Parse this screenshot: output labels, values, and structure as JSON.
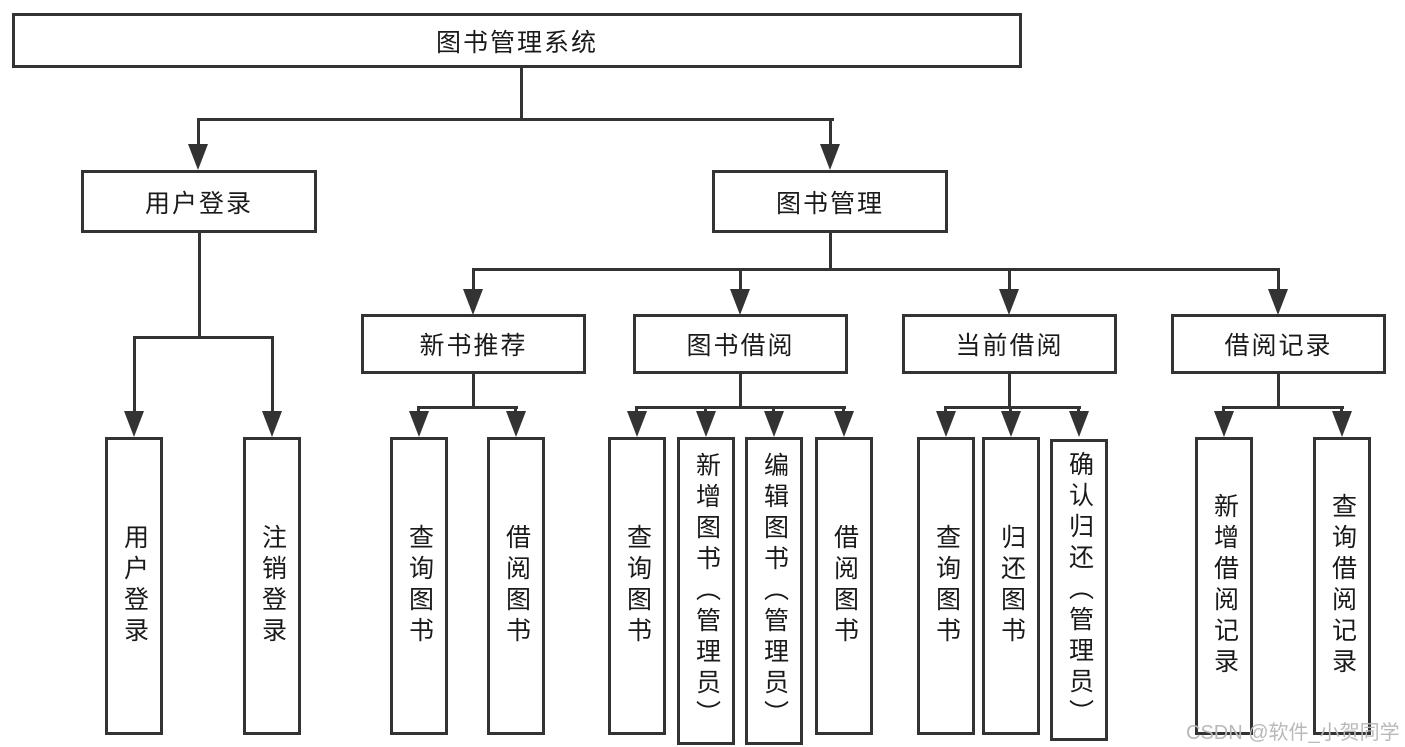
{
  "diagram": {
    "root": {
      "label": "图书管理系统"
    },
    "branches": [
      {
        "label": "用户登录",
        "children": [
          {
            "label": "用户登录"
          },
          {
            "label": "注销登录"
          }
        ]
      },
      {
        "label": "图书管理",
        "children": [
          {
            "label": "新书推荐",
            "children": [
              {
                "label": "查询图书"
              },
              {
                "label": "借阅图书"
              }
            ]
          },
          {
            "label": "图书借阅",
            "children": [
              {
                "label": "查询图书"
              },
              {
                "label": "新增图书（管理员）"
              },
              {
                "label": "编辑图书（管理员）"
              },
              {
                "label": "借阅图书"
              }
            ]
          },
          {
            "label": "当前借阅",
            "children": [
              {
                "label": "查询图书"
              },
              {
                "label": "归还图书"
              },
              {
                "label": "确认归还（管理员）"
              }
            ]
          },
          {
            "label": "借阅记录",
            "children": [
              {
                "label": "新增借阅记录"
              },
              {
                "label": "查询借阅记录"
              }
            ]
          }
        ]
      }
    ]
  },
  "watermark": {
    "text": "CSDN @软件_小贺同学"
  },
  "colors": {
    "background": "#ffffff",
    "box_fill": "#ffffff",
    "box_border": "#333333",
    "line": "#333333",
    "text": "#1a1a1a",
    "watermark": "#b9b9b9"
  }
}
